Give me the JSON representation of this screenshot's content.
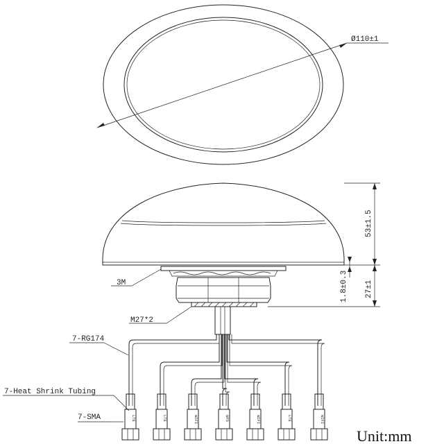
{
  "dimensions": {
    "diameter": "Ø110±1",
    "height": "53±1.5",
    "thickness": "1.8±0.3",
    "mount_length": "27±1"
  },
  "callouts": {
    "adhesive": "3M",
    "thread": "M27*2",
    "cable": "7-RG174",
    "tubing": "7-Heat Shrink Tubing",
    "connector": "7-SMA"
  },
  "connector_labels": [
    "LTE",
    "LTE",
    "WIFI",
    "GPS",
    "WIFI",
    "LTE",
    "WIFI"
  ],
  "unit_label": "Unit:mm"
}
